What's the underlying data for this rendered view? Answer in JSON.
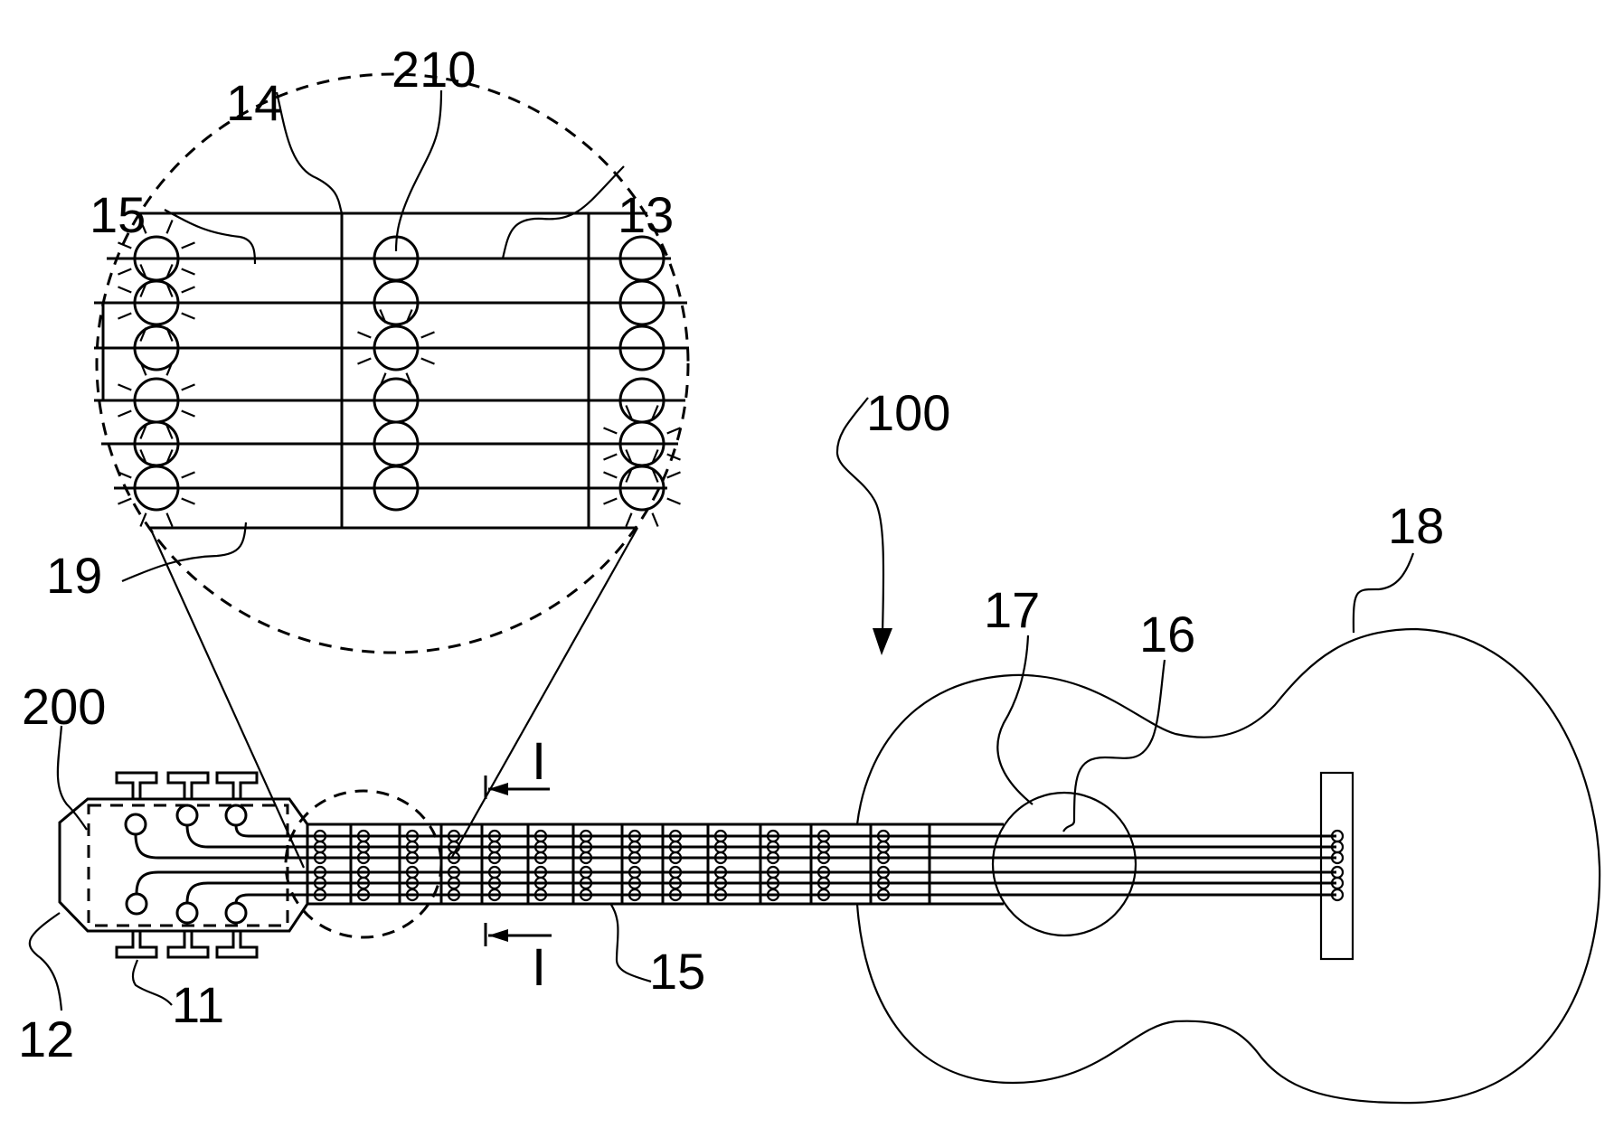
{
  "figure": {
    "description": "Patent drawing of a guitar with LED fretboard indicators",
    "colors": {
      "ink": "#000000",
      "paper": "#ffffff"
    }
  },
  "labels": {
    "guitar": "100",
    "led_module": "200",
    "led": "210",
    "tuning_peg": "11",
    "headstock": "12",
    "string": "13",
    "fret": "14",
    "fingerboard_top": "15",
    "fingerboard_bottom": "15",
    "soundhole": "16",
    "soundboard": "17",
    "body": "18",
    "fingerboard_base": "19",
    "section_top": "I",
    "section_bottom": "I"
  },
  "magnified_view": {
    "string_count": 6,
    "columns": [
      {
        "lit": [
          true,
          true,
          false,
          true,
          false,
          true
        ]
      },
      {
        "lit": [
          false,
          false,
          true,
          false,
          false,
          false
        ]
      },
      {
        "lit": [
          false,
          false,
          false,
          false,
          true,
          true
        ]
      }
    ]
  },
  "neck": {
    "string_count": 6,
    "fret_count": 13
  }
}
